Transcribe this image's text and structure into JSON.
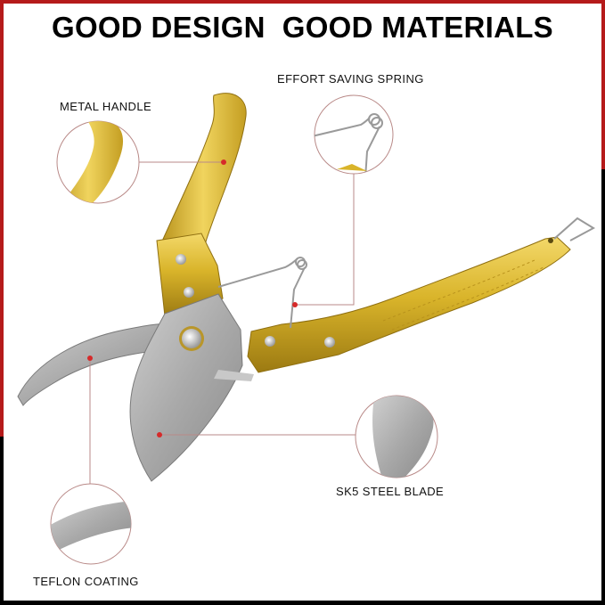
{
  "headline": "GOOD DESIGN  GOOD MATERIALS",
  "frame": {
    "accent_color": "#b51a1a",
    "secondary_color": "#000000"
  },
  "callouts": [
    {
      "id": "metal-handle",
      "label": "METAL HANDLE"
    },
    {
      "id": "effort-saving-spring",
      "label": "EFFORT SAVING SPRING"
    },
    {
      "id": "sk5-steel-blade",
      "label": "SK5 STEEL BLADE"
    },
    {
      "id": "teflon-coating",
      "label": "TEFLON COATING"
    }
  ],
  "product": {
    "name": "pruning-shears",
    "handle_color": "#d9b42a",
    "blade_color": "#a9a9a9",
    "callout_line_color": "#b98a88",
    "callout_dot_color": "#d62a2a"
  }
}
